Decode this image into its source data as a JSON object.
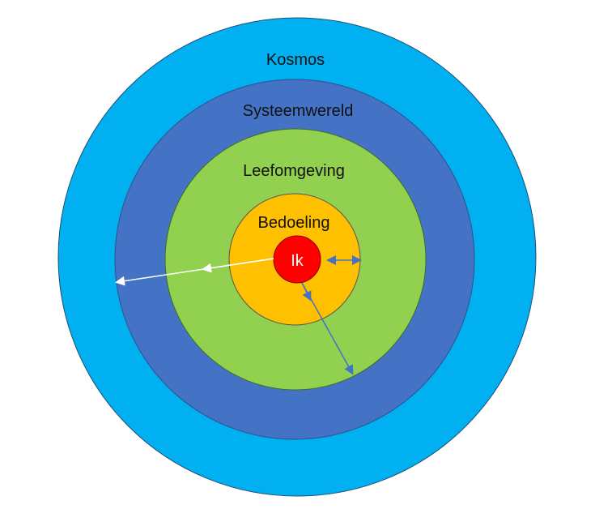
{
  "diagram": {
    "rings": [
      {
        "label": "Kosmos",
        "color": "#00B0F0"
      },
      {
        "label": "Systeemwereld",
        "color": "#4472C4"
      },
      {
        "label": "Leefomgeving",
        "color": "#92D050"
      },
      {
        "label": "Bedoeling",
        "color": "#FFC000"
      },
      {
        "label": "Ik",
        "color": "#FF0000"
      }
    ],
    "arrow_colors": {
      "white": "#FFFFFF",
      "blue": "#4472C4"
    }
  }
}
